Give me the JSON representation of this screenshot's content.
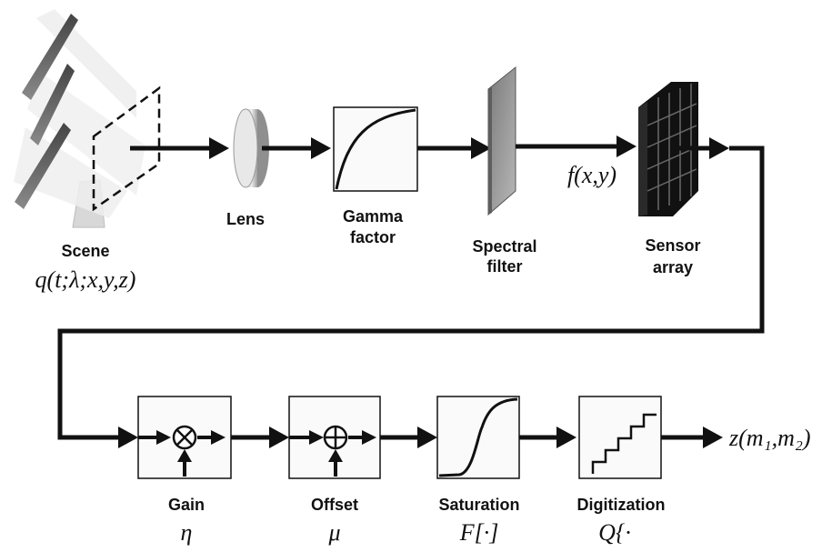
{
  "stages_top": {
    "scene": {
      "label": "Scene",
      "symbol": "q(t;λ;x,y,z)"
    },
    "lens": {
      "label": "Lens"
    },
    "gamma": {
      "label_line1": "Gamma",
      "label_line2": "factor"
    },
    "spectral": {
      "label_line1": "Spectral",
      "label_line2": "filter",
      "output_symbol": "f(x,y)"
    },
    "sensor": {
      "label_line1": "Sensor",
      "label_line2": "array"
    }
  },
  "stages_bottom": {
    "gain": {
      "label": "Gain",
      "symbol": "η"
    },
    "offset": {
      "label": "Offset",
      "symbol": "μ"
    },
    "saturation": {
      "label": "Saturation",
      "symbol": "F[·]"
    },
    "digitization": {
      "label": "Digitization",
      "symbol": "Q{·"
    },
    "output": {
      "symbol": "z(m₁,m₂)"
    }
  }
}
